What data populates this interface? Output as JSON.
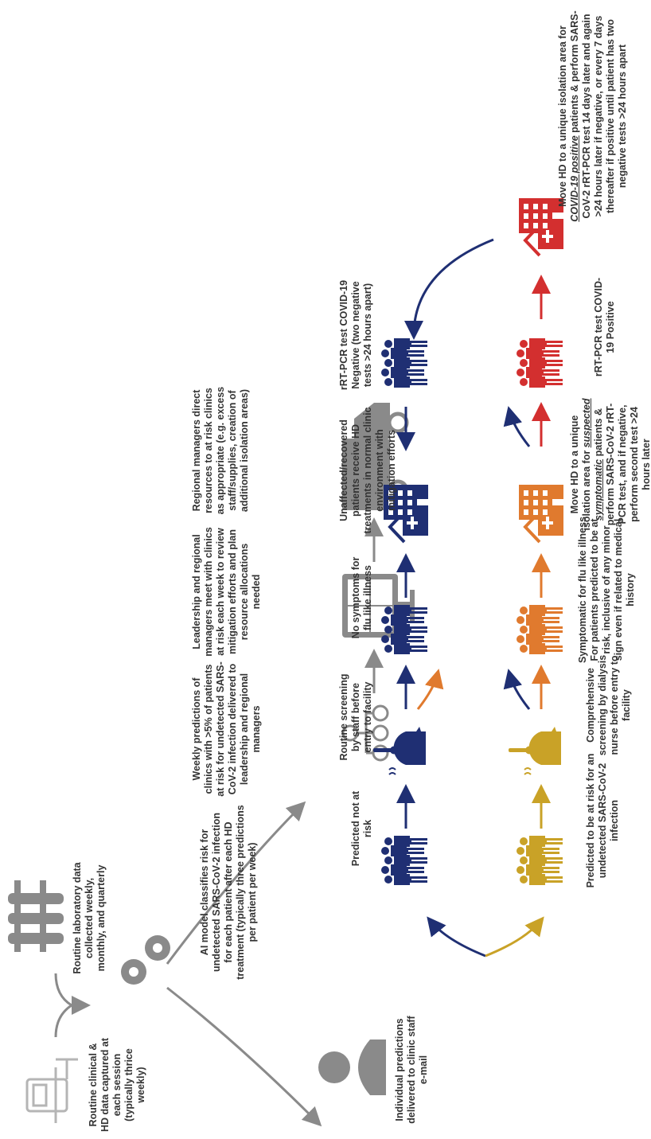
{
  "colors": {
    "gray": "#8a8a8a",
    "dark_gray": "#666666",
    "navy": "#1f2f73",
    "gold": "#c9a227",
    "orange": "#e07a2e",
    "red": "#d32f2f",
    "light": "#b5b5b5"
  },
  "icons": [
    "hd-machine-icon",
    "lab-tubes-icon",
    "gears-icon",
    "doctor-icon",
    "org-chart-icon",
    "video-meeting-icon",
    "truck-icon",
    "people-group-icon",
    "head-thermometer-icon",
    "hospital-icon"
  ],
  "top": {
    "step1": "Routine clinical & HD data captured at each session (typically thrice weekly)",
    "step2": "Routine laboratory data collected weekly, monthly, and quarterly",
    "step3": "AI model classifies risk for undetected SARS-CoV-2 infection for each patient after each HD treatment (typically three predictions per patient per week)",
    "step4": "Individual predictions delivered to clinic staff e-mail",
    "step5": "Weekly predictions of clinics with >5% of patients at risk for undetected SARS-CoV-2 infection delivered to leadership and regional managers",
    "step6": "Leadership and regional managers meet with clinics at risk each week to review mitigation efforts and plan resource allocations needed",
    "step7": "Regional managers direct resources to at risk clinics as appropriate (e.g. excess staff/supplies, creation of additional isolation areas)"
  },
  "navy_row": {
    "predicted_not": "Predicted not at risk",
    "routine_screen": "Routine screening by staff before entry to facility",
    "no_symptoms": "No symptoms for flu like illness",
    "unaffected": "Unaffected/recovered patients receive HD treatments in normal clinic environment with mitigation efforts",
    "negative": "rRT-PCR test COVID-19 Negative (two negative tests >24 hours apart)"
  },
  "risk_row": {
    "predicted_risk": "Predicted to be at risk for an undetected SARS-CoV-2 infection",
    "comprehensive": "Comprehensive screening by dialysis nurse before entry to facility",
    "symptomatic": "Symptomatic for flu like illness",
    "symptomatic_note": "For patients predicted to be at risk, inclusive of any minor sign even if related to medical history",
    "move_a": "Move HD to a unique isolation area for",
    "move_a_em": "suspected symptomatic",
    "move_a_rest": "patients & perform SARS-CoV-2 rRT-PCR test, and if negative, perform second test >24 hours later",
    "positive": "rRT-PCR test COVID-19 Positive",
    "move_b": "Move HD to a unique isolation area for",
    "move_b_em": "COVID-19 positive",
    "move_b_rest": "patients & perform SARS-CoV-2 rRT-PCR test 14 days later and again >24 hours later if negative, or every 7 days thereafter if positive until patient has two negative tests >24 hours apart"
  }
}
